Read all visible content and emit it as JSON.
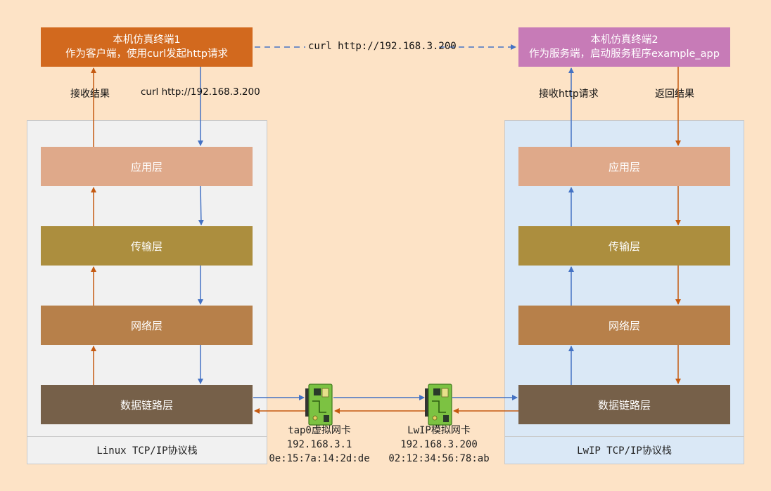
{
  "colors": {
    "background": "#fde3c6",
    "client_terminal": "#d2691e",
    "server_terminal": "#c77bb7",
    "app_layer": "#dfa98a",
    "transport_layer": "#ac8e3e",
    "network_layer": "#b7804a",
    "datalink_layer": "#766049",
    "linux_panel": "#f1f1f1",
    "lwip_panel": "#dae8f6",
    "arrow_blue": "#4472c4",
    "arrow_orange": "#c55a11"
  },
  "client": {
    "title": "本机仿真终端1",
    "subtitle": "作为客户端，使用curl发起http请求",
    "receive_label": "接收结果",
    "request_label": "curl http://192.168.3.200"
  },
  "server": {
    "title": "本机仿真终端2",
    "subtitle": "作为服务端，启动服务程序example_app",
    "receive_label": "接收http请求",
    "return_label": "返回结果"
  },
  "top_link_label": "curl http://192.168.3.200",
  "linux_stack": {
    "footer": "Linux TCP/IP协议栈",
    "layers": [
      "应用层",
      "传输层",
      "网络层",
      "数据链路层"
    ]
  },
  "lwip_stack": {
    "footer": "LwIP TCP/IP协议栈",
    "layers": [
      "应用层",
      "传输层",
      "网络层",
      "数据链路层"
    ]
  },
  "nic_tap0": {
    "icon": "network-card-icon",
    "name": "tap0虚拟网卡",
    "ip": "192.168.3.1",
    "mac": "0e:15:7a:14:2d:de"
  },
  "nic_lwip": {
    "icon": "network-card-icon",
    "name": "LwIP模拟网卡",
    "ip": "192.168.3.200",
    "mac": "02:12:34:56:78:ab"
  }
}
